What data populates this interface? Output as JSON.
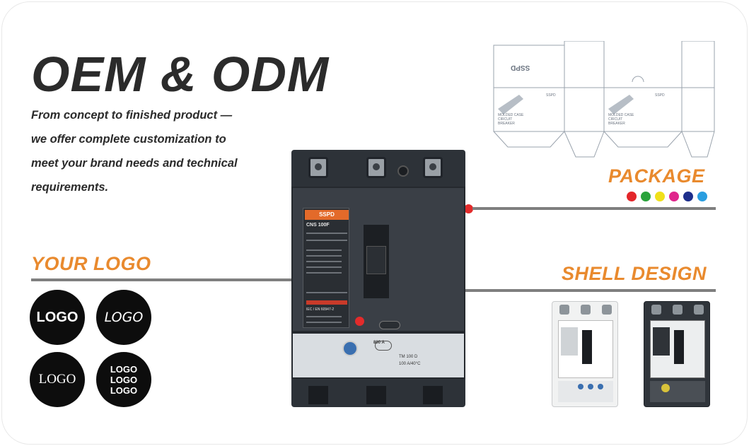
{
  "headline": "OEM & ODM",
  "subtitle_lines": [
    "From concept to finished product —",
    "we offer complete customization to",
    "meet your brand needs and technical",
    "requirements."
  ],
  "sections": {
    "package": "PACKAGE",
    "your_logo": "YOUR LOGO",
    "shell_design": "SHELL DESIGN"
  },
  "logo_badges": [
    "LOGO",
    "LOGO",
    "LOGO",
    "LOGO\nLOGO\nLOGO"
  ],
  "package_colors": [
    "#e3262a",
    "#2aa33b",
    "#f0e01a",
    "#e0268c",
    "#1e2f8c",
    "#2a9ee0"
  ],
  "accent_color": "#e98a2e",
  "pointer_color": "#e32b2b",
  "product": {
    "brand": "SSPD",
    "model": "CNS 100F",
    "rating": "800 A",
    "dial_model": "TM 100 D",
    "dial_rating": "100 A/40°C",
    "standard": "IEC / EN 60947-2",
    "package_text": "MOLDED CASE CIRCUIT BREAKER"
  }
}
